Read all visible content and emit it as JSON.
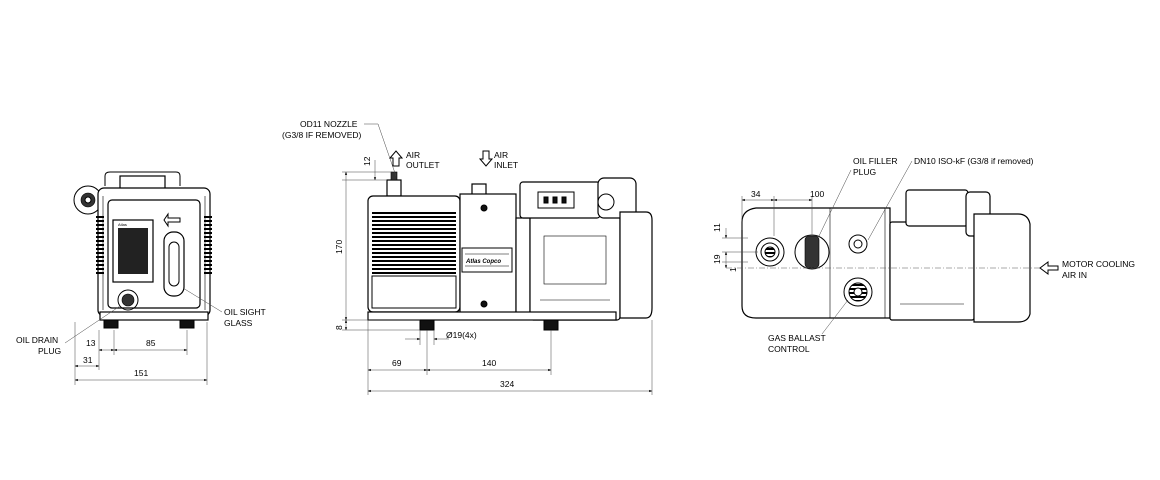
{
  "brand": {
    "logo_text": "Atlas Copco",
    "panel_text": "Atlas"
  },
  "labels": {
    "od11_nozzle": "OD11 NOZZLE",
    "od11_nozzle_sub": "(G3/8 IF REMOVED)",
    "air_outlet_1": "AIR",
    "air_outlet_2": "OUTLET",
    "air_inlet_1": "AIR",
    "air_inlet_2": "INLET",
    "oil_drain_1": "OIL DRAIN",
    "oil_drain_2": "PLUG",
    "oil_sight_1": "OIL SIGHT",
    "oil_sight_2": "GLASS",
    "oil_filler_1": "OIL FILLER",
    "oil_filler_2": "PLUG",
    "dn10": "DN10 ISO-kF (G3/8 if removed)",
    "gas_ballast_1": "GAS BALLAST",
    "gas_ballast_2": "CONTROL",
    "motor_cooling_1": "MOTOR COOLING",
    "motor_cooling_2": "AIR IN",
    "foot_dia": "Ø19(4x)"
  },
  "dimensions": {
    "front_13": "13",
    "front_85": "85",
    "front_31": "31",
    "front_151": "151",
    "side_12": "12",
    "side_170": "170",
    "side_8": "8",
    "side_69": "69",
    "side_140": "140",
    "side_324": "324",
    "top_34": "34",
    "top_100": "100",
    "top_11": "11",
    "top_19": "19",
    "top_1": "1"
  }
}
